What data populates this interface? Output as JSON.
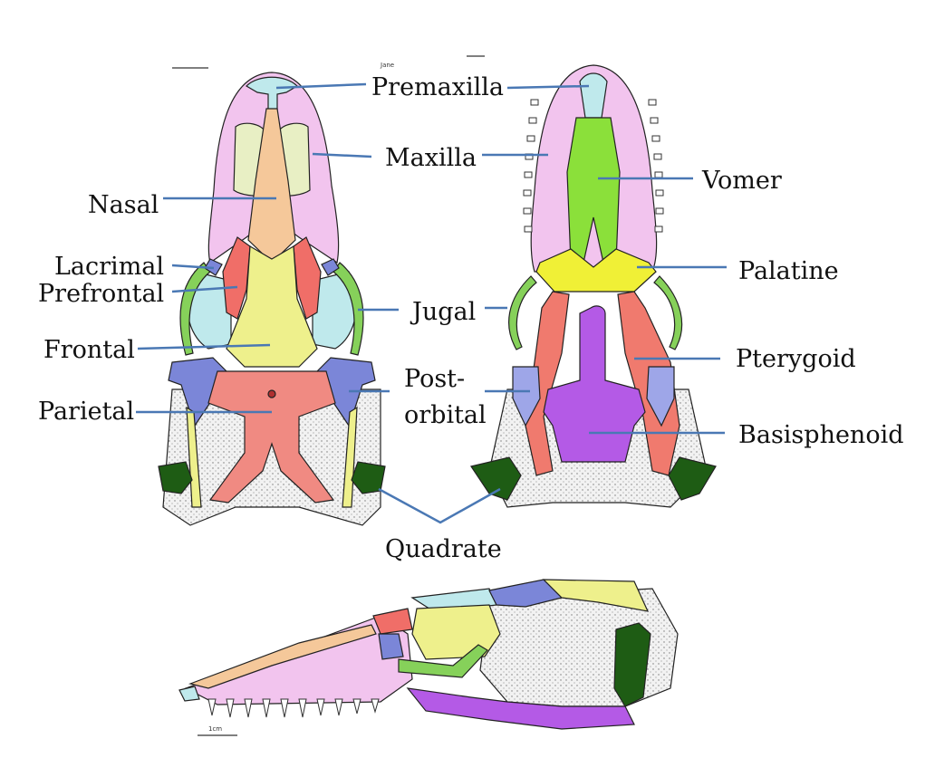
{
  "labels": {
    "premaxilla": "Premaxilla",
    "maxilla": "Maxilla",
    "nasal": "Nasal",
    "vomer": "Vomer",
    "lacrimal": "Lacrimal",
    "prefrontal": "Prefrontal",
    "palatine": "Palatine",
    "jugal": "Jugal",
    "frontal": "Frontal",
    "pterygoid": "Pterygoid",
    "postorbital_1": "Post-",
    "postorbital_2": "orbital",
    "parietal": "Parietal",
    "basisphenoid": "Basisphenoid",
    "quadrate": "Quadrate"
  },
  "scale_bars": {
    "dorsal_note": "Jane",
    "lateral_unit": "1cm"
  },
  "colors": {
    "premaxilla": "#bfe9ec",
    "maxilla": "#f2c4ee",
    "nasal": "#f5c89a",
    "prefrontal": "#f06e68",
    "lacrimal": "#7b86d8",
    "frontal": "#eef08c",
    "parietal": "#f08a82",
    "postorbital": "#7b86d8",
    "jugal": "#86d15a",
    "quadrate": "#1e5c14",
    "vomer": "#8be03a",
    "palatine": "#f0f036",
    "pterygoid": "#f07a6e",
    "basisphenoid": "#b45ae6",
    "bone": "#d9d9d9",
    "leader": "#4a78b4"
  }
}
